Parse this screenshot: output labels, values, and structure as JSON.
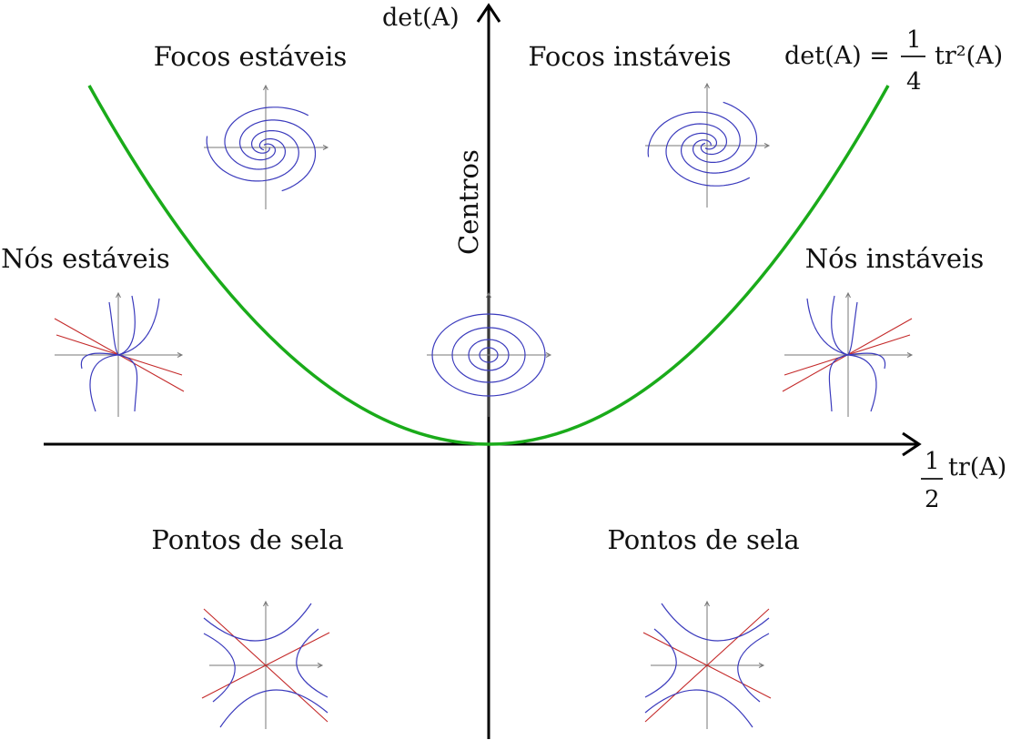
{
  "labels": {
    "y_axis": "det(A)",
    "curve_lhs": "det(A) =",
    "curve_frac_num": "1",
    "curve_frac_den": "4",
    "curve_rhs": "tr²(A)",
    "x_frac_num": "1",
    "x_frac_den": "2",
    "x_axis": "tr(A)",
    "centers": "Centros",
    "stable_foci": "Focos estáveis",
    "unstable_foci": "Focos instáveis",
    "stable_nodes": "Nós estáveis",
    "unstable_nodes": "Nós instáveis",
    "saddle_left": "Pontos  de sela",
    "saddle_right": "Pontos  de sela"
  },
  "colors": {
    "axes": "#000000",
    "parabola": "#1aab1a",
    "trajectory": "#3b3bbd",
    "eigen_line": "#c42a2a",
    "mini_axes": "#777777"
  }
}
